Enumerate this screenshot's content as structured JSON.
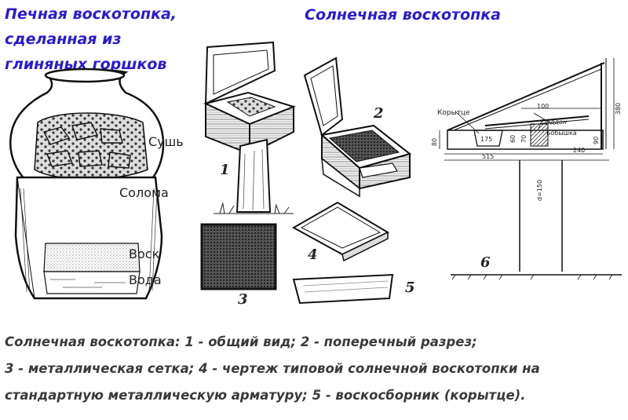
{
  "titles": {
    "left_line1": "Печная воскотопка,",
    "left_line2": "сделанная из",
    "left_line3": "глиняных горшков",
    "right": "Солнечная воскотопка"
  },
  "pot_labels": {
    "dry": "Сушь",
    "straw": "Солома",
    "wax": "Воск",
    "water": "Вода"
  },
  "figure_numbers": {
    "n1": "1",
    "n2": "2",
    "n3": "3",
    "n4": "4",
    "n5": "5",
    "n6": "6"
  },
  "section_labels": {
    "trough": "Корытце",
    "tray": "Поддон",
    "block": "Бобышка"
  },
  "dimensions": {
    "d100": "100",
    "d380": "380",
    "d80": "80",
    "d175": "175",
    "d60": "60",
    "d70": "70",
    "d90": "90",
    "d515": "515",
    "d240": "240",
    "d150": "d=150"
  },
  "caption": {
    "line1": "Солнечная воскотопка: 1 - общий вид; 2 - поперечный разрез;",
    "line2": "3 - металлическая сетка; 4 - чертеж типовой солнечной воскотопки на",
    "line3": "стандартную металлическую арматуру; 5 - воскосборник (корытце)."
  }
}
